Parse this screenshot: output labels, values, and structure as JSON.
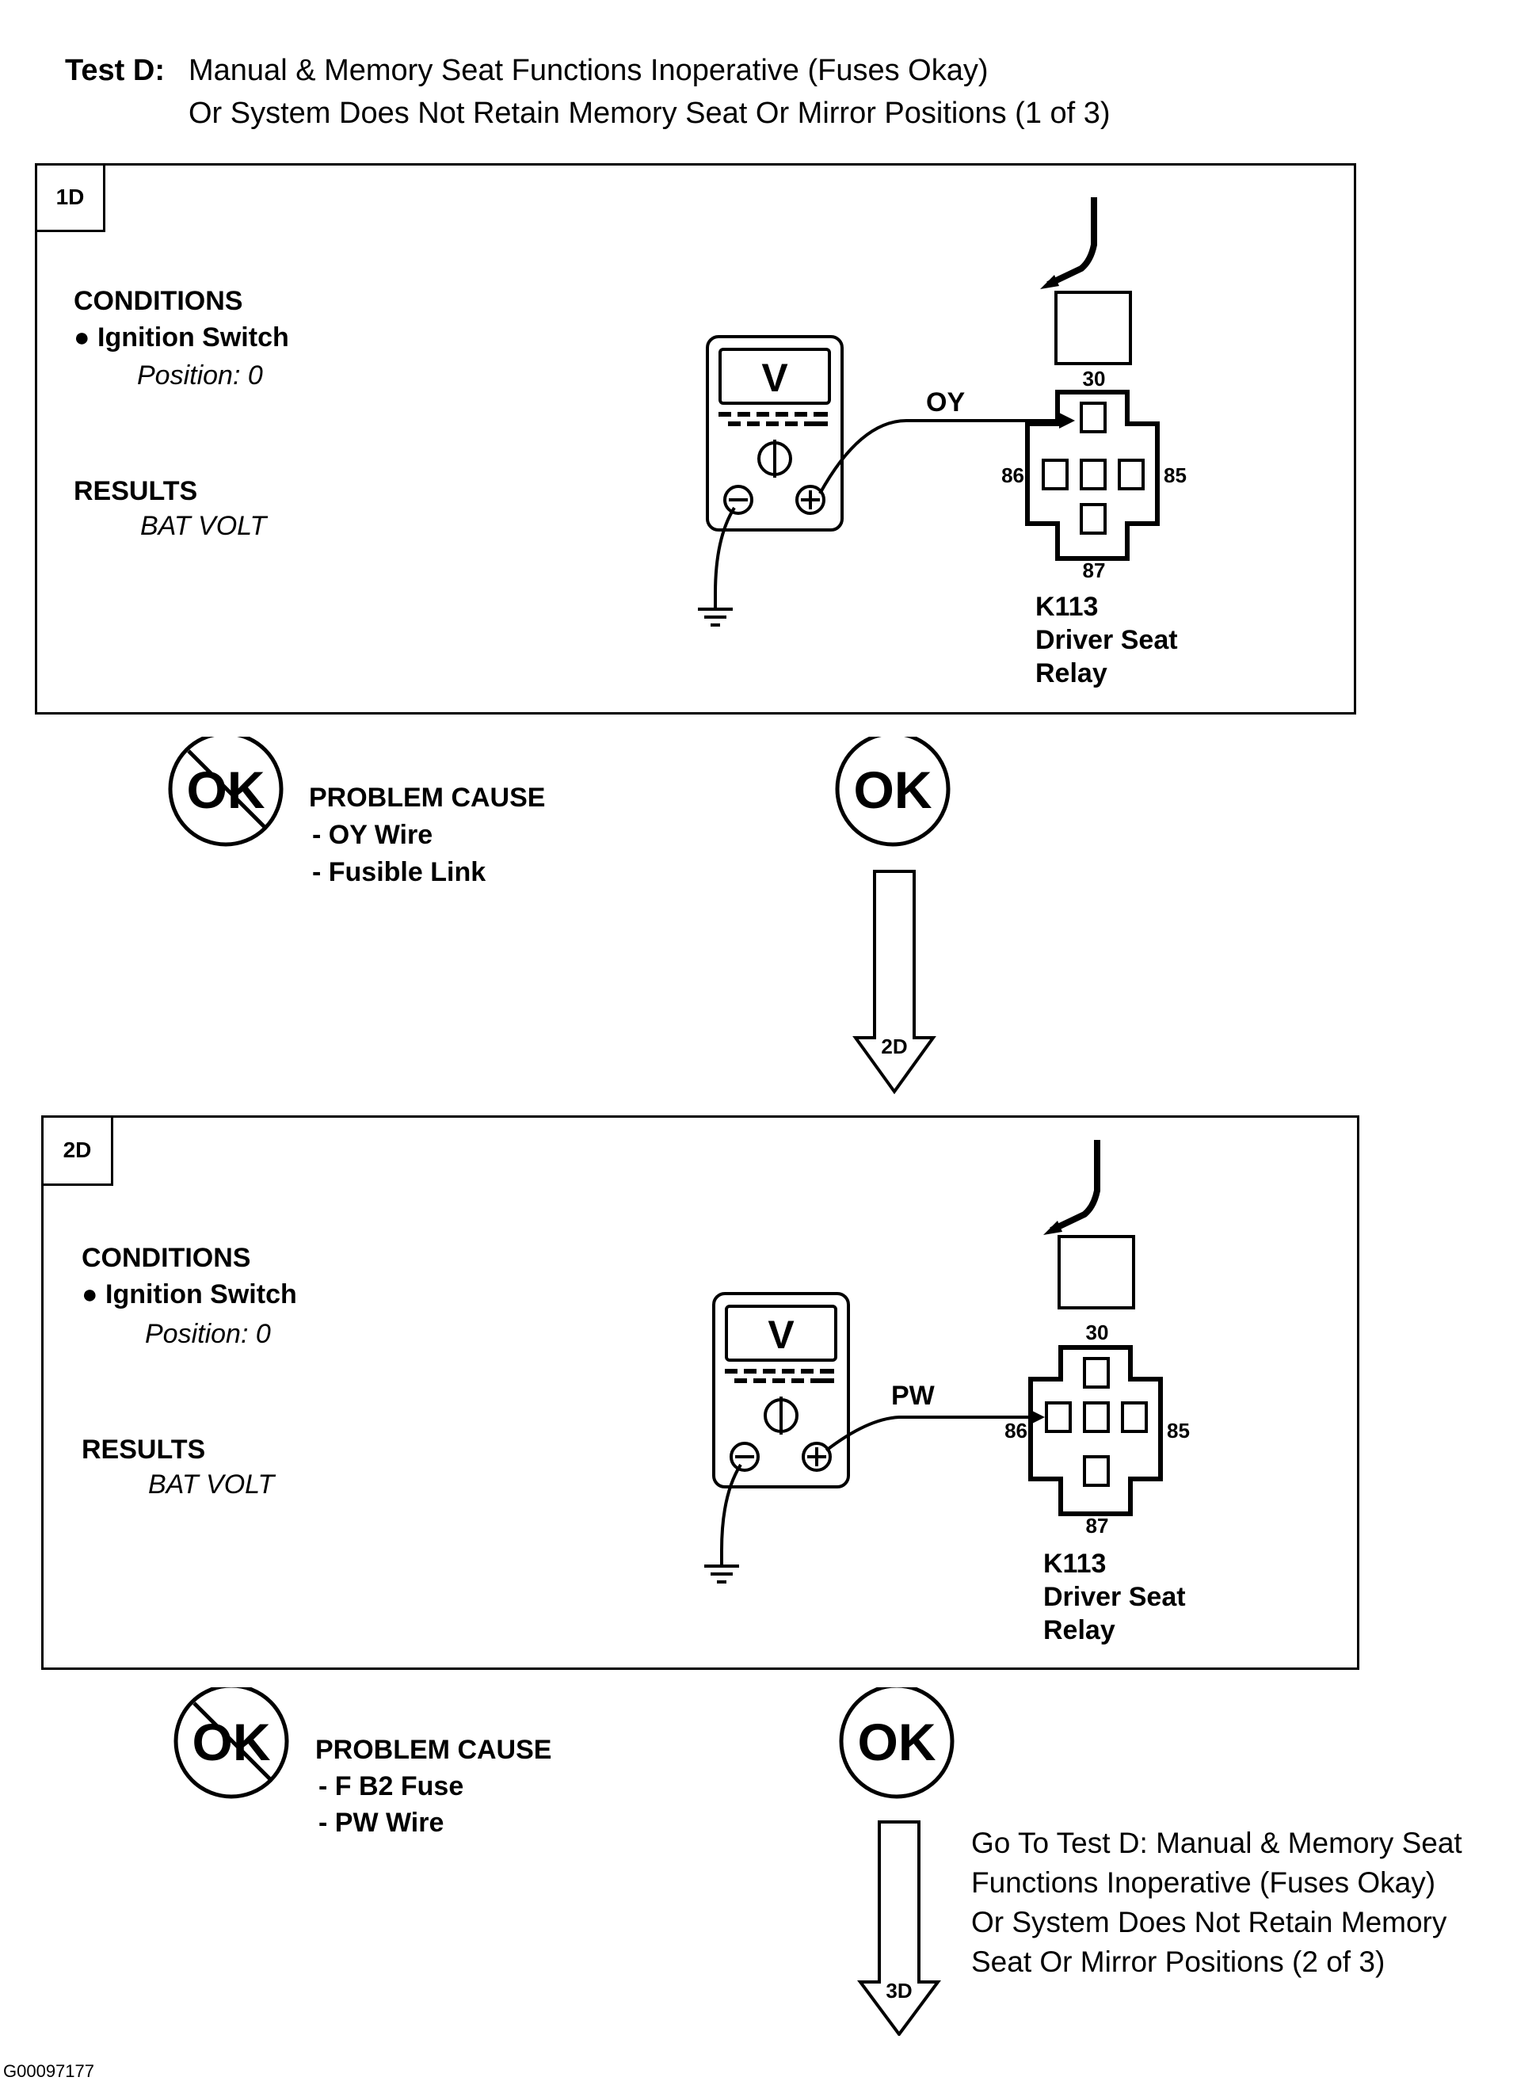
{
  "header": {
    "label": "Test D:",
    "line1": "Manual & Memory Seat Functions Inoperative (Fuses Okay)",
    "line2": "Or System Does Not Retain Memory Seat Or Mirror Positions (1 of 3)"
  },
  "steps": [
    {
      "id": "1D",
      "conditions_heading": "CONDITIONS",
      "condition_item": "Ignition Switch",
      "condition_position": "Position: 0",
      "results_heading": "RESULTS",
      "results_value": "BAT VOLT",
      "meter_label": "V",
      "wire": "OY",
      "pins": {
        "top": "30",
        "left": "86",
        "right": "85",
        "bottom": "87"
      },
      "relay_id": "K113",
      "relay_name_1": "Driver Seat",
      "relay_name_2": "Relay",
      "not_ok_label": "OK",
      "problem_heading": "PROBLEM CAUSE",
      "problem_items": [
        "- OY Wire",
        "- Fusible Link"
      ],
      "ok_label": "OK",
      "next_step": "2D"
    },
    {
      "id": "2D",
      "conditions_heading": "CONDITIONS",
      "condition_item": "Ignition Switch",
      "condition_position": "Position: 0",
      "results_heading": "RESULTS",
      "results_value": "BAT VOLT",
      "meter_label": "V",
      "wire": "PW",
      "pins": {
        "top": "30",
        "left": "86",
        "right": "85",
        "bottom": "87"
      },
      "relay_id": "K113",
      "relay_name_1": "Driver Seat",
      "relay_name_2": "Relay",
      "not_ok_label": "OK",
      "problem_heading": "PROBLEM CAUSE",
      "problem_items": [
        "- F B2 Fuse",
        "- PW Wire"
      ],
      "ok_label": "OK",
      "next_step": "3D"
    }
  ],
  "goto_text": [
    "Go To Test D: Manual & Memory Seat",
    "Functions Inoperative (Fuses Okay)",
    "Or System Does Not Retain Memory",
    "Seat Or Mirror Positions (2 of 3)"
  ],
  "figure_code": "G00097177"
}
